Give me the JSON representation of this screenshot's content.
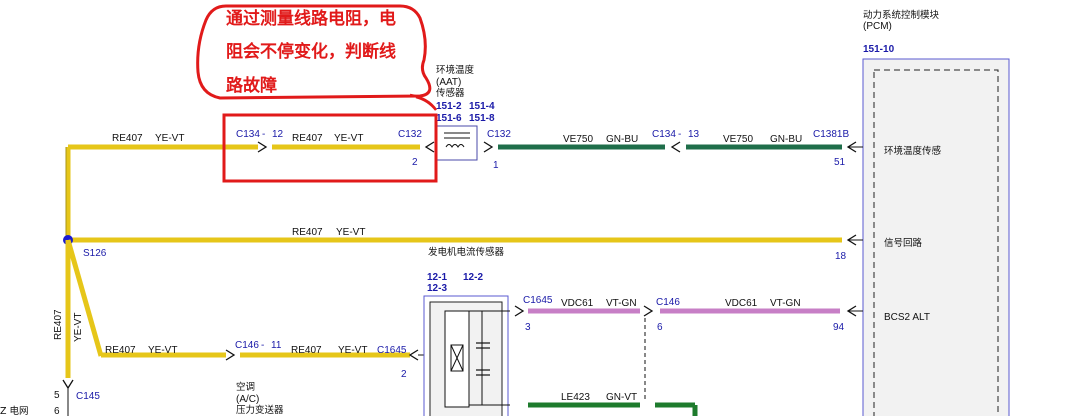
{
  "callout": {
    "lines": [
      "通过测量线路电阻，电",
      "阻会不停变化，判断线",
      "路故障"
    ]
  },
  "pcm": {
    "title_line1": "动力系统控制模块",
    "title_line2": "(PCM)",
    "page_ref": "151-10"
  },
  "sensor_aat": {
    "line1": "环境温度",
    "line2": "(AAT)",
    "line3": "传感器",
    "refs": [
      "151-2",
      "151-4",
      "151-6",
      "151-8"
    ]
  },
  "row1": {
    "left_wire": "RE407",
    "left_color": "YE-VT",
    "conn_c134": "C134",
    "conn_c134_pin": "12",
    "mid_wire": "RE407",
    "mid_color": "YE-VT",
    "conn_c132_left": "C132",
    "conn_c132_left_pin": "2",
    "conn_c132_right": "C132",
    "conn_c132_right_pin": "1",
    "wire2": "VE750",
    "wire2_color": "GN-BU",
    "conn_c134b": "C134",
    "conn_c134b_pin": "13",
    "wire3": "VE750",
    "wire3_color": "GN-BU",
    "conn_c1381b": "C1381B",
    "conn_c1381b_pin": "51",
    "pcm_label": "环境温度传感"
  },
  "row2": {
    "wire": "RE407",
    "wire_color": "YE-VT",
    "splice": "S126",
    "desc": "发电机电流传感器",
    "pin": "18",
    "pcm_label": "信号回路"
  },
  "module_ac": {
    "refs": [
      "12-1",
      "12-2",
      "12-3"
    ],
    "line1": "空调",
    "line2": "(A/C)",
    "line3": "压力变送器"
  },
  "row3": {
    "conn_c1645": "C1645",
    "conn_c1645_pin": "3",
    "wire": "VDC61",
    "wire_color": "VT-GN",
    "conn_c146": "C146",
    "conn_c146_pin": "6",
    "wire2": "VDC61",
    "wire2_color": "VT-GN",
    "pin": "94",
    "pcm_label": "BCS2 ALT"
  },
  "row4": {
    "wire": "RE407",
    "wire_color": "YE-VT",
    "conn_c146": "C146",
    "conn_c146_pin": "11",
    "wire2": "RE407",
    "wire2_color": "YE-VT",
    "conn_c1645": "C1645",
    "conn_c1645_pin": "2"
  },
  "row5": {
    "wire": "LE423",
    "wire_color": "GN-VT"
  },
  "vertical": {
    "wire": "RE407",
    "wire_color": "YE-VT",
    "conn_c145": "C145",
    "pin_a": "5",
    "pin_b": "6",
    "edge_text": "Z  电网"
  },
  "colors": {
    "ye_vt": "#e6c619",
    "ye_vt_light": "#f7e27a",
    "gn_bu": "#1f6e4a",
    "vt_gn": "#c77fc6",
    "gn_vt": "#1e7b2d",
    "callout_red": "#e11a1a",
    "blue_text": "#1a1aa8"
  }
}
